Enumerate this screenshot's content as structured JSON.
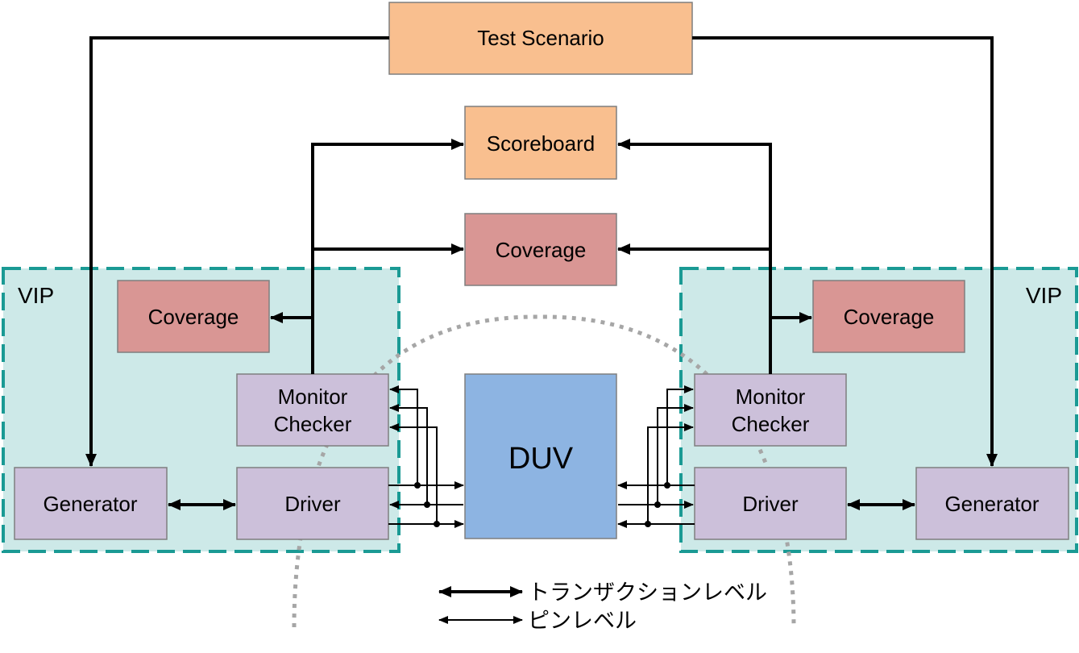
{
  "colors": {
    "orange": "#f9bf8f",
    "red": "#d99694",
    "purple": "#ccc0da",
    "blue": "#8db4e2",
    "vip_fill": "#cde9e8",
    "vip_border": "#1a9a94",
    "dotted": "#a6a6a6",
    "line": "#000000"
  },
  "diagram": {
    "test_scenario": "Test Scenario",
    "scoreboard": "Scoreboard",
    "coverage_center": "Coverage",
    "duv": "DUV",
    "left_vip": {
      "label": "VIP",
      "coverage": "Coverage",
      "monitor_line1": "Monitor",
      "monitor_line2": "Checker",
      "generator": "Generator",
      "driver": "Driver"
    },
    "right_vip": {
      "label": "VIP",
      "coverage": "Coverage",
      "monitor_line1": "Monitor",
      "monitor_line2": "Checker",
      "generator": "Generator",
      "driver": "Driver"
    }
  },
  "legend": {
    "transaction_level": "トランザクションレベル",
    "pin_level": "ピンレベル"
  }
}
